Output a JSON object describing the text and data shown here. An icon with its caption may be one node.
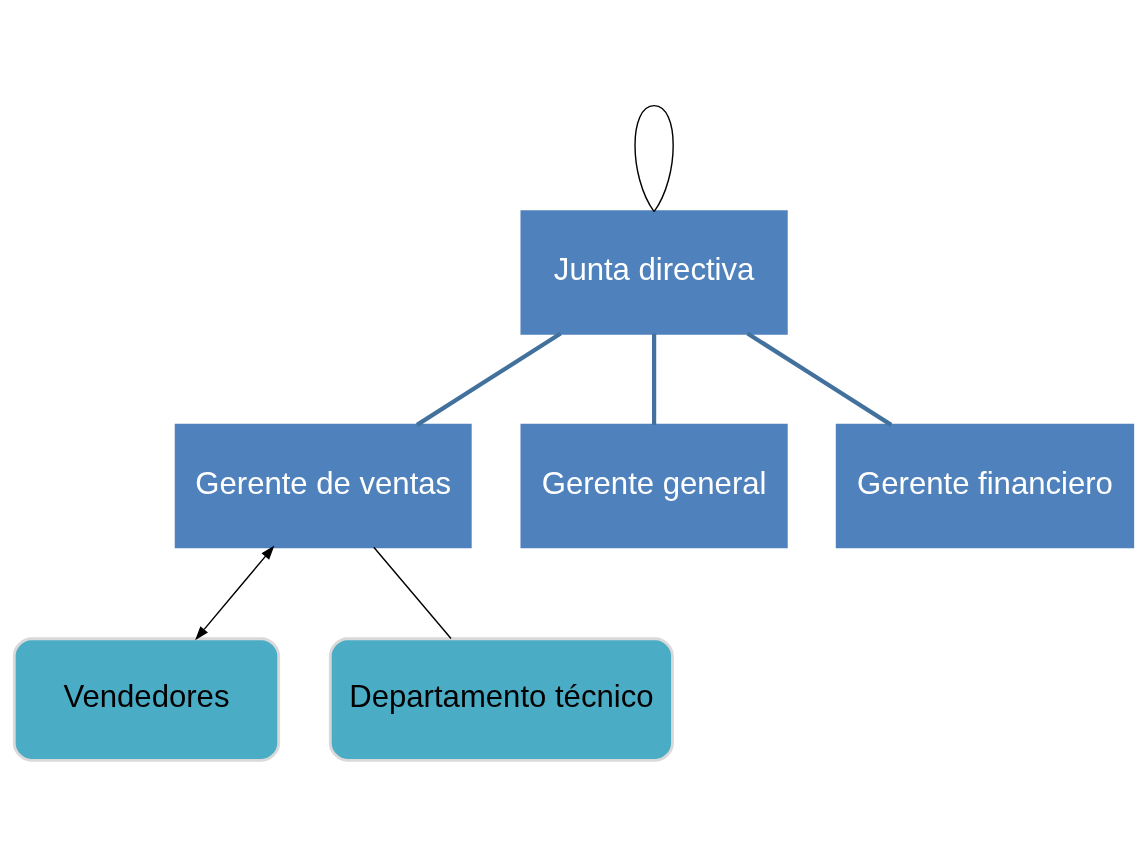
{
  "diagram": {
    "nodes": [
      {
        "text": [
          "Junta directiva"
        ]
      },
      {
        "text": [
          "Gerente de ventas"
        ]
      },
      {
        "text": [
          "Gerente general"
        ]
      },
      {
        "text": [
          "Gerente financiero"
        ]
      },
      {
        "text": [
          "Vendedores"
        ]
      },
      {
        "text": [
          "Departamento técnico"
        ]
      }
    ],
    "edges": [
      {
        "from": 0,
        "to": 0,
        "arrow": "none"
      },
      {
        "from": 0,
        "to": 1,
        "arrow": "none",
        "style": "thick",
        "color": "#41719c"
      },
      {
        "from": 0,
        "to": 2,
        "arrow": "none",
        "style": "thick",
        "color": "#41719c"
      },
      {
        "from": 0,
        "to": 3,
        "arrow": "none",
        "style": "thick",
        "color": "#41719c"
      },
      {
        "from": 1,
        "to": 4,
        "arrow": "both"
      },
      {
        "from": 1,
        "to": 5,
        "arrow": "none"
      }
    ]
  }
}
